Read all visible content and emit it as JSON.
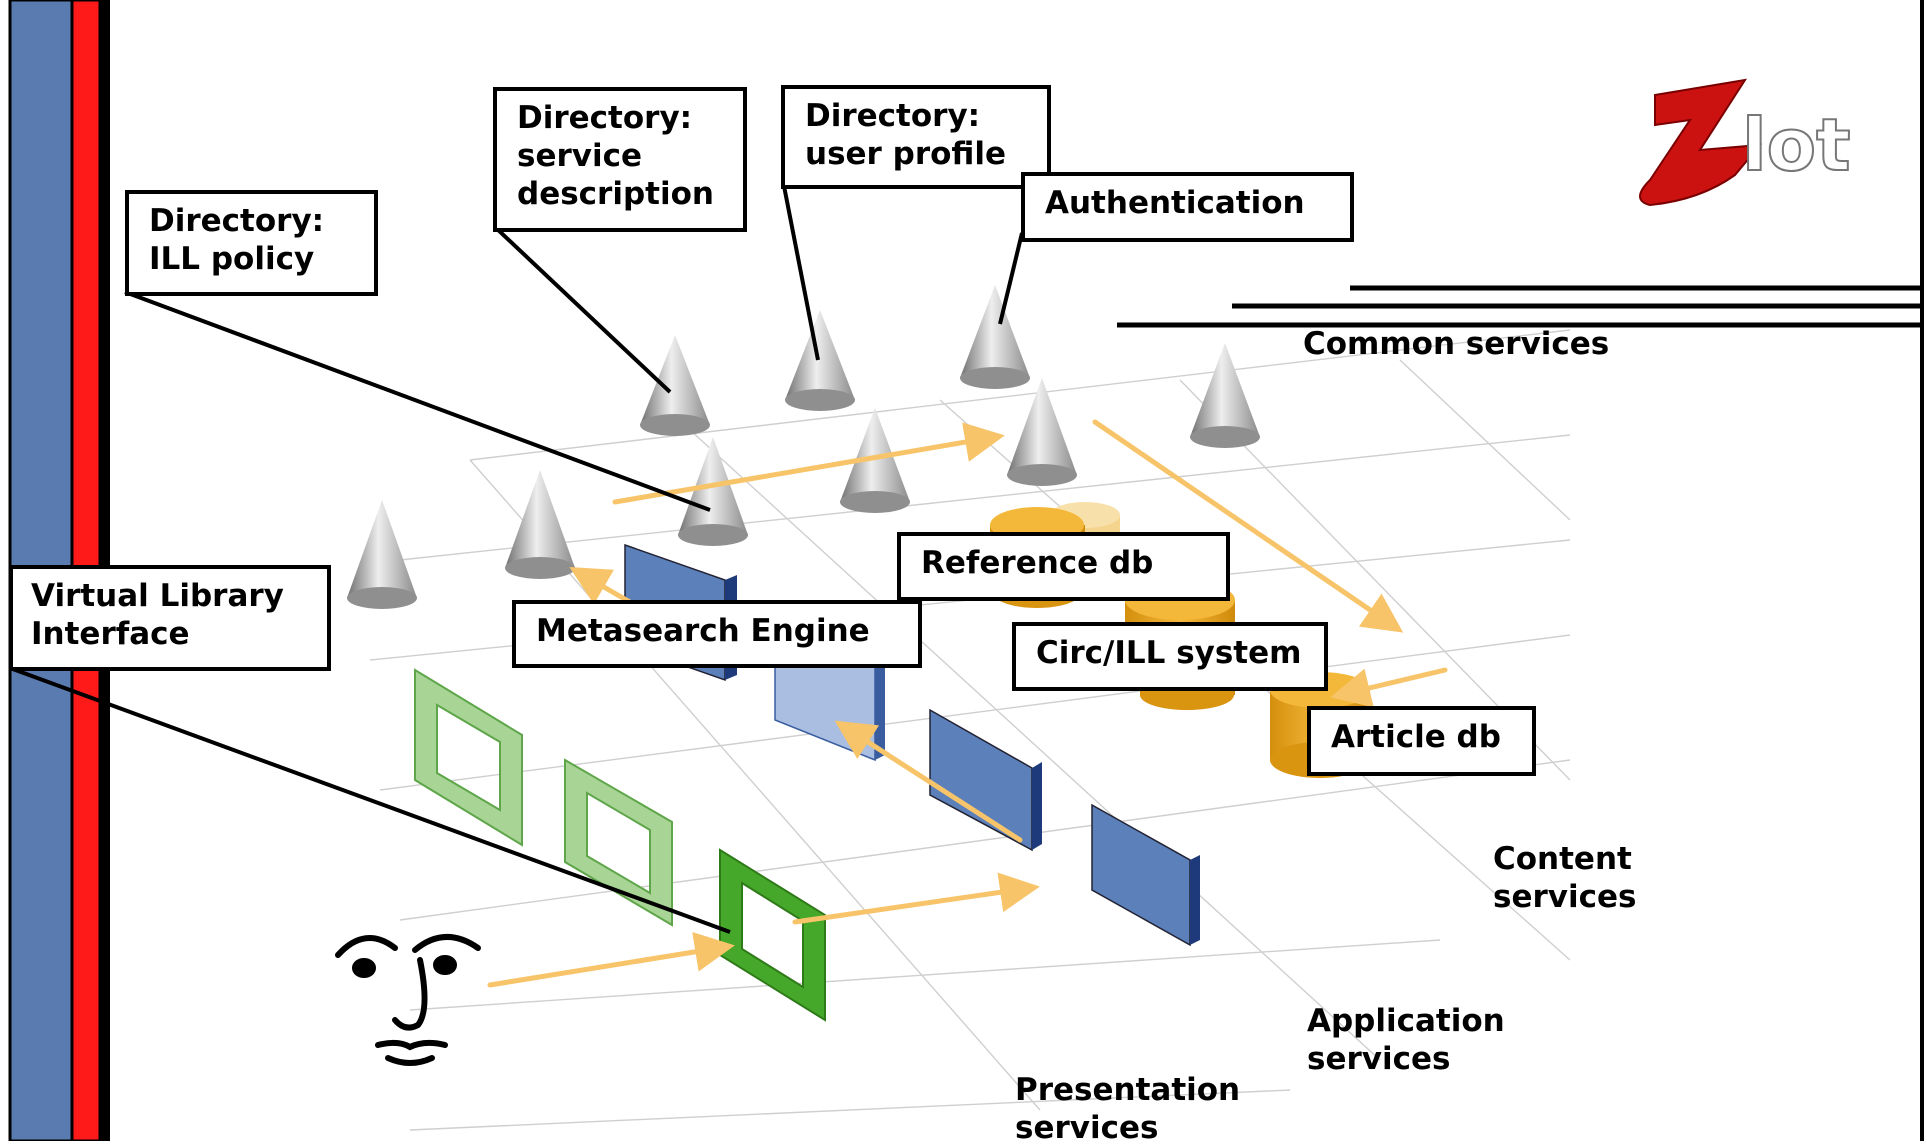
{
  "callouts": {
    "ill_policy": "Directory:\nILL policy",
    "service_description": "Directory:\nservice\ndescription",
    "user_profile": "Directory:\nuser profile",
    "authentication": "Authentication",
    "reference_db": "Reference db",
    "metasearch_engine": "Metasearch Engine",
    "circ_ill_system": "Circ/ILL system",
    "article_db": "Article db",
    "virtual_library_interface": "Virtual Library\nInterface"
  },
  "layers": {
    "common": "Common services",
    "content": "Content\nservices",
    "application": "Application\nservices",
    "presentation": "Presentation\nservices"
  },
  "logo": {
    "text": "Zlot",
    "icon": "zlot-logo"
  },
  "colors": {
    "sidebar_blue": "#5a7bb0",
    "sidebar_red": "#ff1a1a",
    "cone_gray": "#a8a8a8",
    "panel_blue": "#5b80ba",
    "frame_green": "#4caf2a",
    "cylinder_gold": "#eaa91f",
    "arrow_gold": "#f7c46a",
    "logo_red": "#cc1111"
  }
}
